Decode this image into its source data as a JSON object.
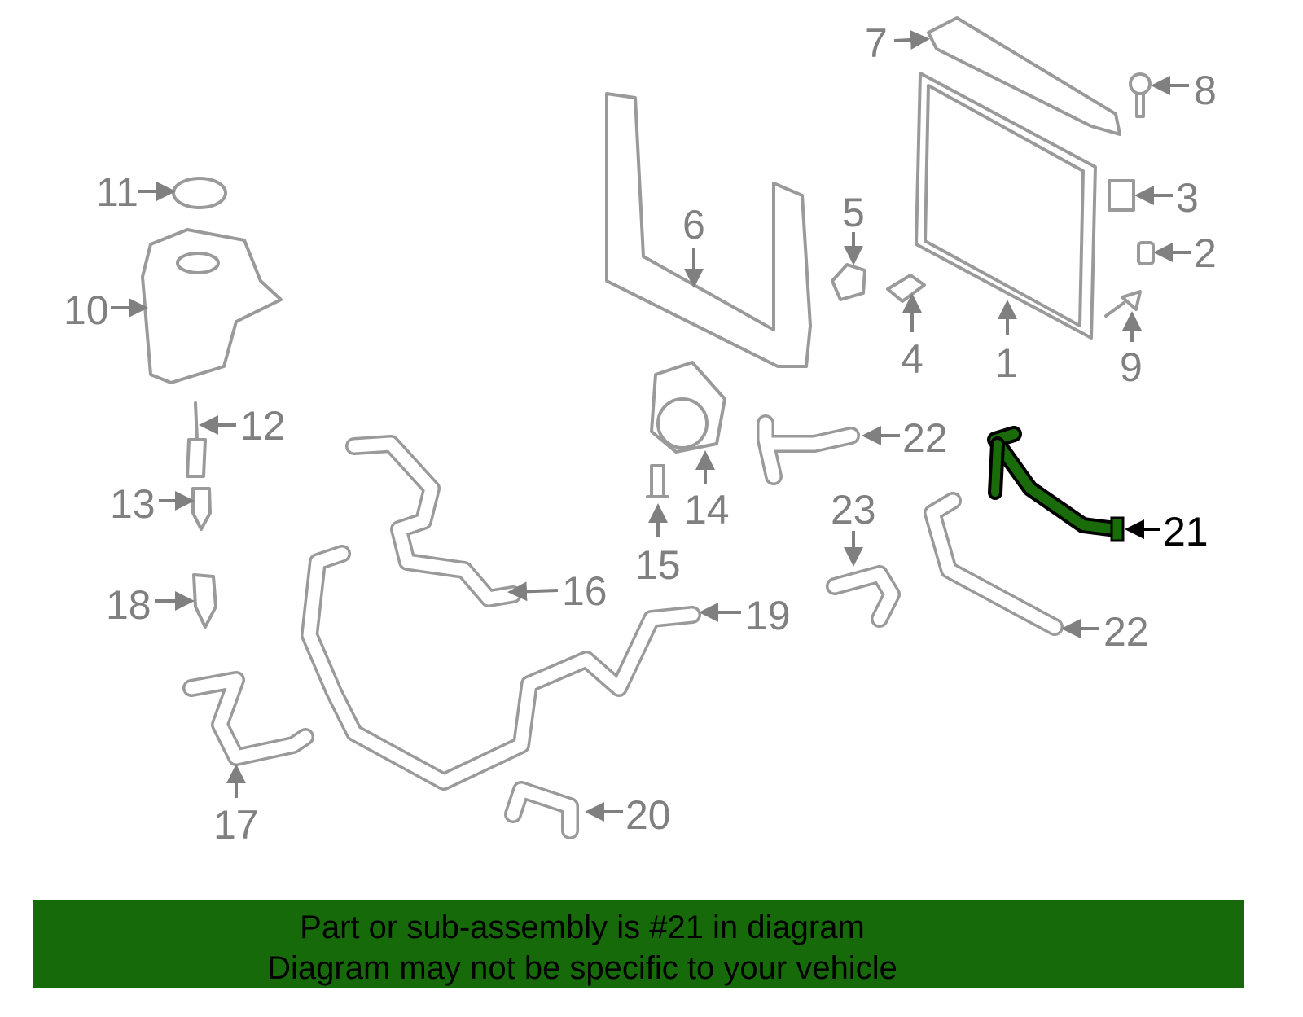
{
  "callouts": {
    "c1": "1",
    "c2": "2",
    "c3": "3",
    "c4": "4",
    "c5": "5",
    "c6": "6",
    "c7": "7",
    "c8": "8",
    "c9": "9",
    "c10": "10",
    "c11": "11",
    "c12": "12",
    "c13": "13",
    "c14": "14",
    "c15": "15",
    "c16": "16",
    "c17": "17",
    "c18": "18",
    "c19": "19",
    "c20": "20",
    "c21": "21",
    "c22a": "22",
    "c22b": "22",
    "c23": "23"
  },
  "highlighted_part": "21",
  "colors": {
    "highlight": "#1a6b0a",
    "banner": "#176a0a",
    "lines": "#9a9a9a"
  },
  "banner": {
    "line1": "Part or sub-assembly is #21 in diagram",
    "line2": "Diagram may not be specific to your vehicle"
  }
}
